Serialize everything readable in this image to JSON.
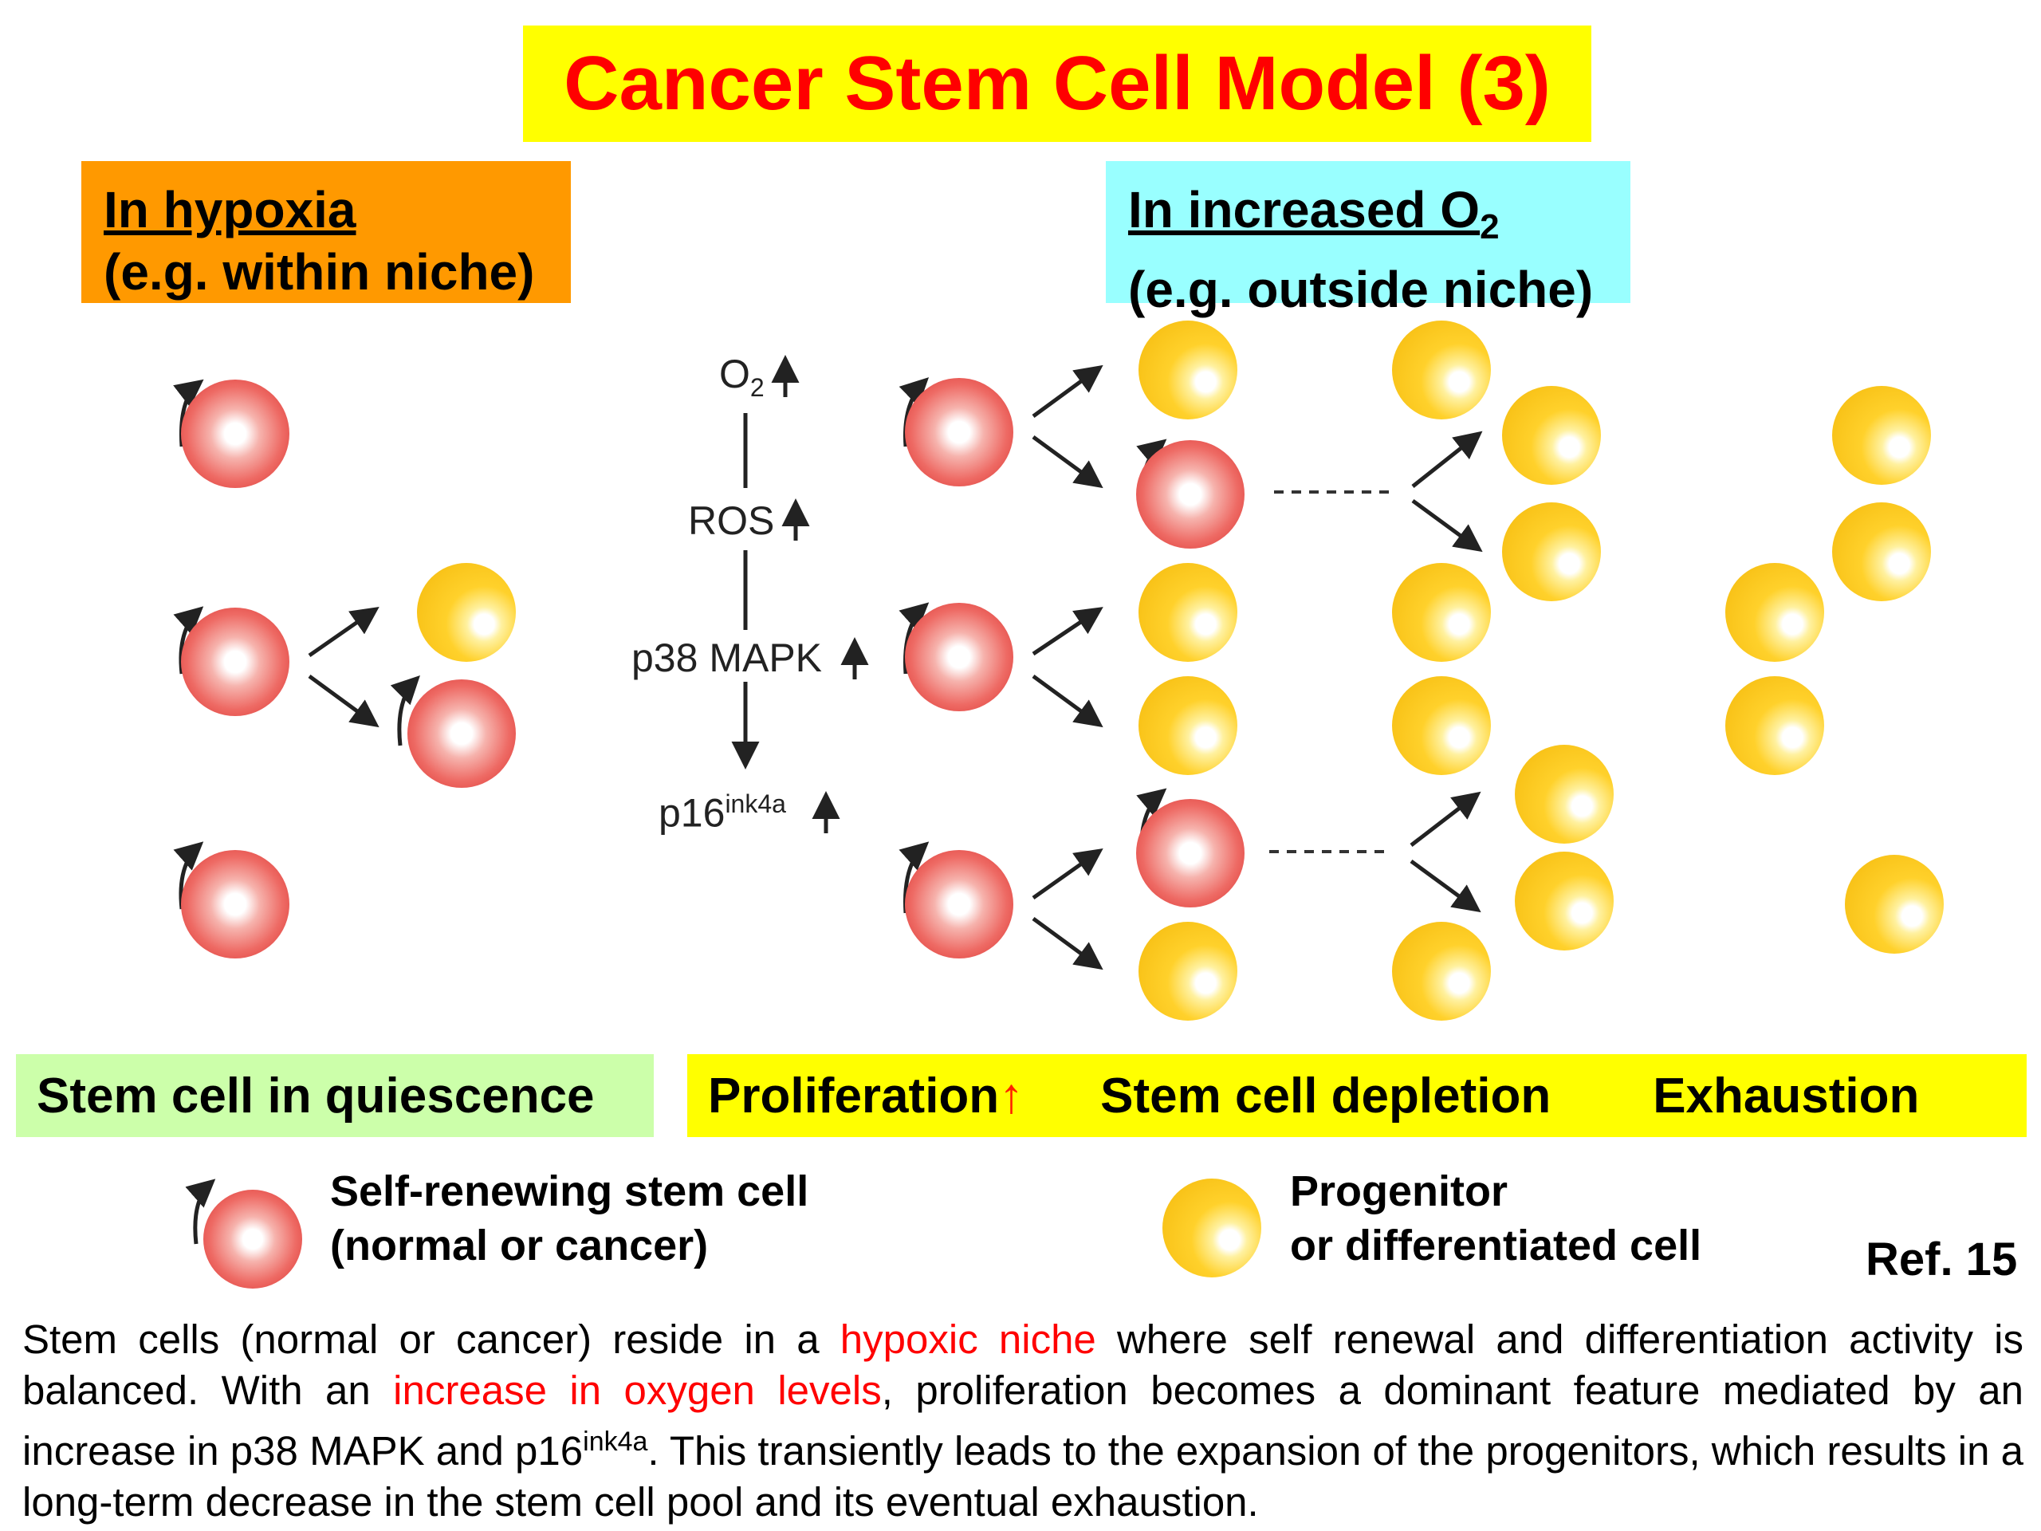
{
  "title": "Cancer Stem Cell Model (3)",
  "hypoxia": {
    "heading": "In hypoxia",
    "subheading": "(e.g. within niche)"
  },
  "oxygen": {
    "heading": "In increased O",
    "heading_sub": "2",
    "subheading": "(e.g. outside niche)"
  },
  "pathway": {
    "o2": "O",
    "o2_sub": "2",
    "ros": "ROS",
    "p38": "p38 MAPK",
    "p16": "p16",
    "p16_sup": "ink4a",
    "arrow": "↑"
  },
  "phases": {
    "quiescence": "Stem cell in quiescence",
    "proliferation": "Proliferation",
    "up_arrow": "↑",
    "depletion": "Stem cell depletion",
    "exhaustion": "Exhaustion"
  },
  "legend": {
    "stem_line1": "Self-renewing stem cell",
    "stem_line2": "(normal or cancer)",
    "prog_line1": "Progenitor",
    "prog_line2": "or differentiated cell"
  },
  "ref": "Ref. 15",
  "caption": {
    "p1": "Stem cells (normal or cancer) reside in a ",
    "h1": "hypoxic niche",
    "p2": " where self renewal and differentiation activity is balanced. With an ",
    "h2": "increase in oxygen levels",
    "p3": ", proliferation becomes a dominant feature mediated by an increase in p38 MAPK and p16",
    "sup": "ink4a",
    "p4": ". This transiently leads to the expansion of the progenitors, which results in a long-term decrease in the stem cell pool and its eventual exhaustion."
  },
  "colors": {
    "title_bg": "#ffff00",
    "title_text": "#ff0000",
    "hypoxia_bg": "#ff9900",
    "oxygen_bg": "#99ffff",
    "quiescence_bg": "#ccffaa",
    "phase_bg": "#ffff00",
    "stem_cell": "#e8504c",
    "progenitor": "#ffc91a",
    "highlight_text": "#ff0000"
  }
}
